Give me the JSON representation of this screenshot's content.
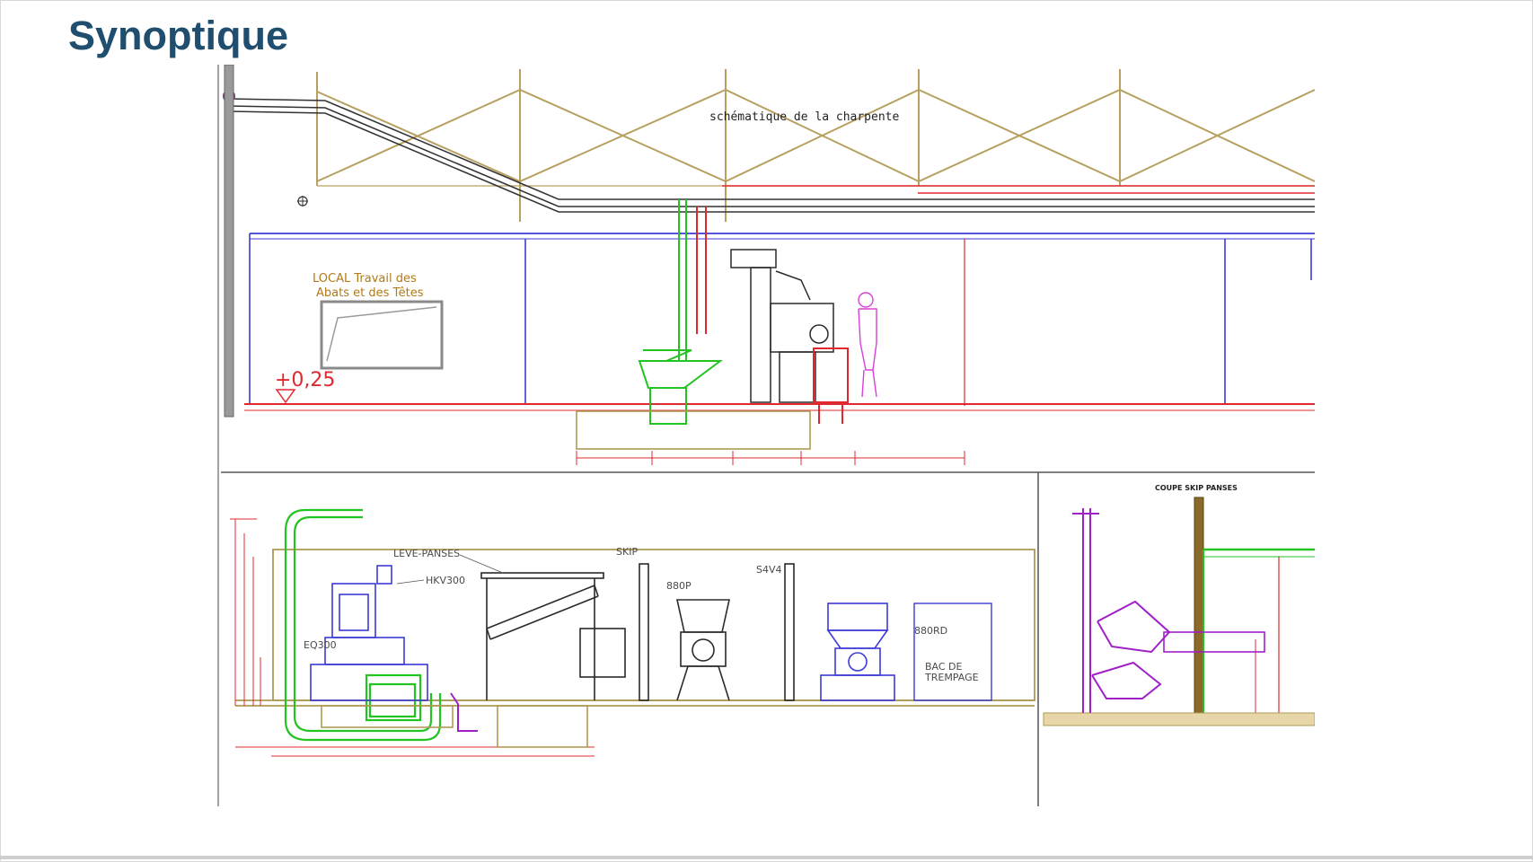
{
  "slide": {
    "title": "Synoptique"
  },
  "diagram": {
    "roof_caption": "schématique de la charpente",
    "room_label_line1": "LOCAL Travail des",
    "room_label_line2": "Abats et des Têtes",
    "level_mark": "+0,25",
    "labels": {
      "leve_panses": "LEVE-PANSES",
      "hkv300": "HKV300",
      "eq300": "EQ300",
      "skip": "SKIP",
      "p880": "880P",
      "s4v4": "S4V4",
      "rd880": "880RD",
      "bac_line1": "BAC DE",
      "bac_line2": "TREMPAGE",
      "coupe": "COUPE SKIP PANSES"
    }
  },
  "colors": {
    "title": "#1f4e6e",
    "truss": "#b8a060",
    "wall_blue": "#3b3bd6",
    "floor_red": "#e0282e",
    "green_pipe": "#22c422",
    "purple": "#a020c8",
    "machine": "#2a2a2a",
    "olive": "#b09a55"
  }
}
